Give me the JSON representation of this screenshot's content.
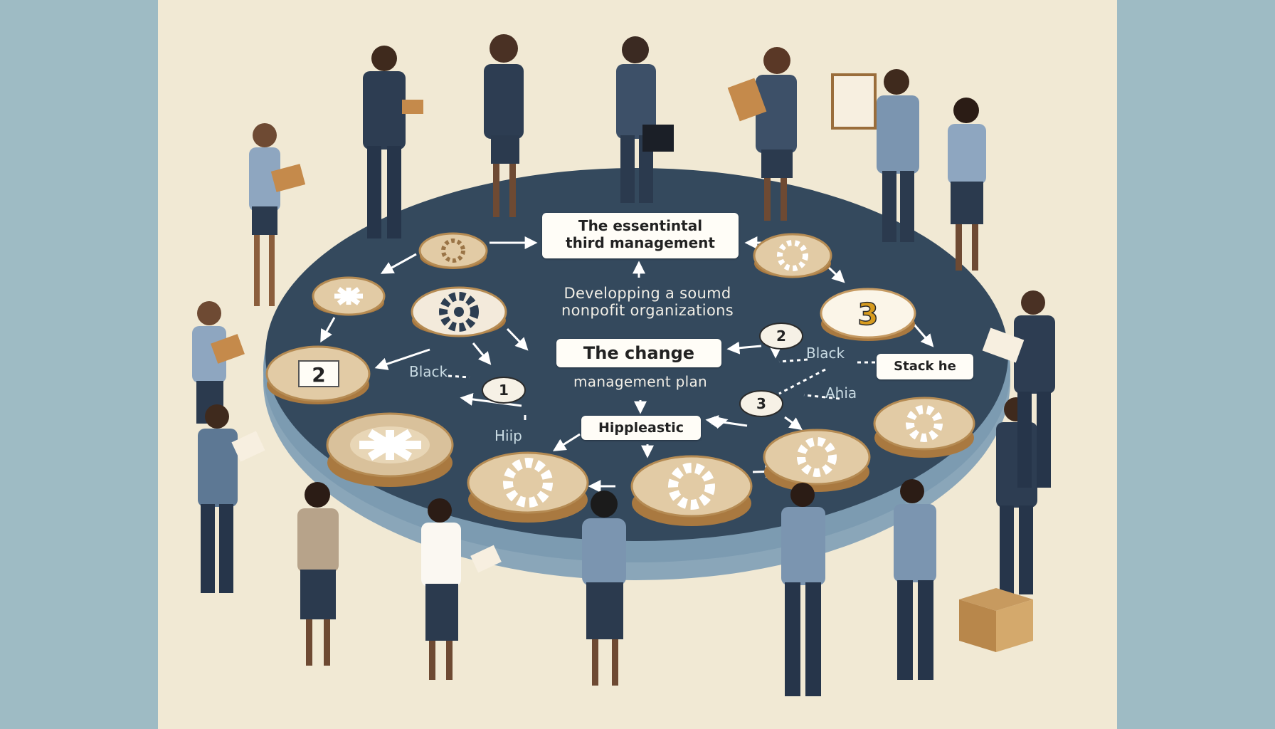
{
  "title_box": {
    "line1": "The essentintal",
    "line2": "third management"
  },
  "subtitle": {
    "line1": "Developping a soumd",
    "line2": "nonpofit organizations"
  },
  "change_box": {
    "label": "The change"
  },
  "plan_text": {
    "label": "management plan"
  },
  "hipple_box": {
    "label": "Hippleastic"
  },
  "stack_box": {
    "label": "Stack he"
  },
  "side_labels": {
    "black_left": "Black",
    "black_right": "Black",
    "ahia": "Ahia",
    "hiip": "Hiip"
  },
  "tokens": {
    "one": "1",
    "two_small": "2",
    "three_small": "3",
    "two_tile": "2",
    "three_coin": "3"
  },
  "colors": {
    "background": "#f1e9d4",
    "side_panels": "#9ebbc4",
    "platform": "#34495d",
    "platform_rim": "#7c9bb1",
    "coin_gold": "#c59a62",
    "coin_face": "#e2cba5",
    "suit_dark": "#2b3a4e",
    "suit_grey": "#5d7894"
  }
}
